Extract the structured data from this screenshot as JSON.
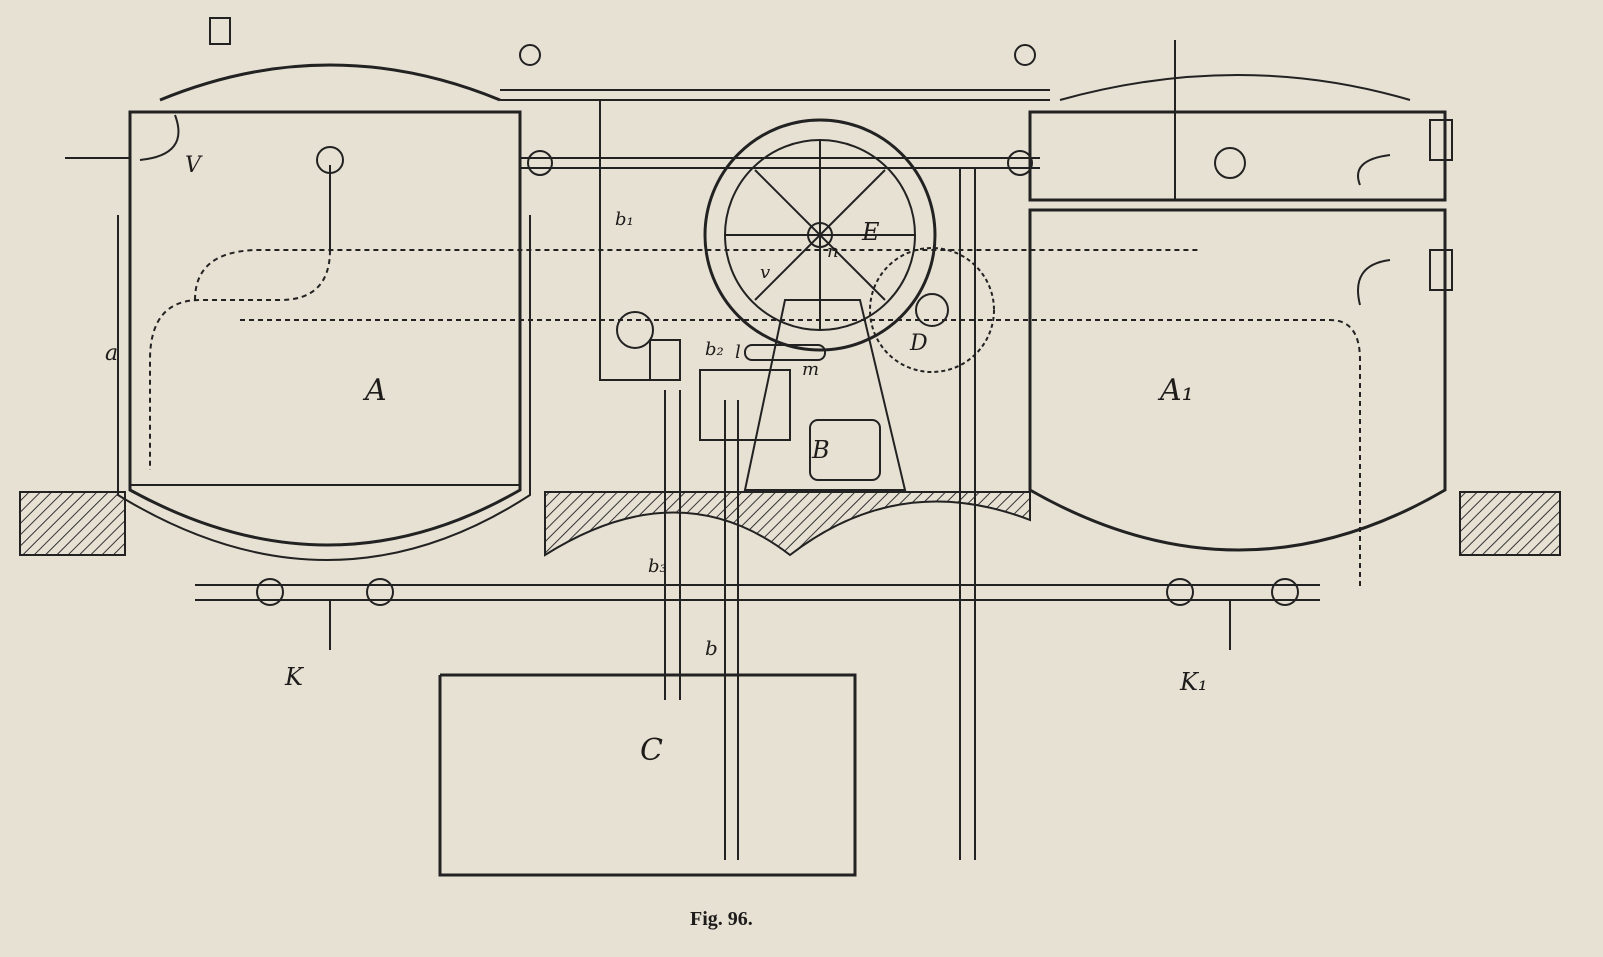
{
  "figure": {
    "caption": "Fig. 96.",
    "labels": {
      "tank_left": "A",
      "tank_right": "A₁",
      "frame": "B",
      "tub": "C",
      "small_wheel": "D",
      "flywheel": "E",
      "drain_left": "K",
      "drain_right": "K₁",
      "vent": "V",
      "jacket": "a",
      "pipe_b": "b",
      "pipe_b1": "b₁",
      "pipe_b2": "b₂",
      "pipe_b3": "b₃",
      "link_n": "n",
      "link_v": "v",
      "link_l": "l",
      "link_m": "m"
    }
  }
}
